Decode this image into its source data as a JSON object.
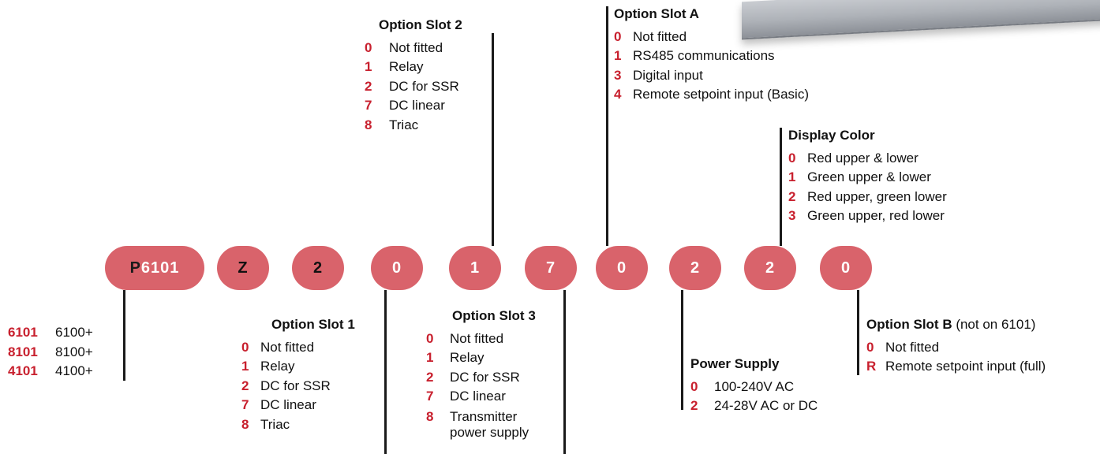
{
  "part_number": {
    "segments": [
      {
        "prefix": "P",
        "value": "6101"
      },
      {
        "value": "Z"
      },
      {
        "value": "2"
      },
      {
        "value": "0"
      },
      {
        "value": "1"
      },
      {
        "value": "7"
      },
      {
        "value": "0"
      },
      {
        "value": "2"
      },
      {
        "value": "2"
      },
      {
        "value": "0"
      }
    ]
  },
  "model": {
    "items": [
      {
        "code": "6101",
        "label": "6100+"
      },
      {
        "code": "8101",
        "label": "8100+"
      },
      {
        "code": "4101",
        "label": "4100+"
      }
    ]
  },
  "option_slot_1": {
    "title": "Option Slot 1",
    "items": [
      {
        "code": "0",
        "label": "Not fitted"
      },
      {
        "code": "1",
        "label": "Relay"
      },
      {
        "code": "2",
        "label": "DC for SSR"
      },
      {
        "code": "7",
        "label": "DC linear"
      },
      {
        "code": "8",
        "label": "Triac"
      }
    ]
  },
  "option_slot_2": {
    "title": "Option Slot 2",
    "items": [
      {
        "code": "0",
        "label": "Not fitted"
      },
      {
        "code": "1",
        "label": "Relay"
      },
      {
        "code": "2",
        "label": "DC for SSR"
      },
      {
        "code": "7",
        "label": "DC linear"
      },
      {
        "code": "8",
        "label": "Triac"
      }
    ]
  },
  "option_slot_3": {
    "title": "Option Slot 3",
    "items": [
      {
        "code": "0",
        "label": "Not fitted"
      },
      {
        "code": "1",
        "label": "Relay"
      },
      {
        "code": "2",
        "label": "DC for SSR"
      },
      {
        "code": "7",
        "label": "DC linear"
      },
      {
        "code": "8",
        "label": "Transmitter",
        "label2": "power supply"
      }
    ]
  },
  "option_slot_a": {
    "title": "Option Slot A",
    "items": [
      {
        "code": "0",
        "label": "Not fitted"
      },
      {
        "code": "1",
        "label": "RS485 communications"
      },
      {
        "code": "3",
        "label": "Digital input"
      },
      {
        "code": "4",
        "label": "Remote setpoint input (Basic)"
      }
    ]
  },
  "power_supply": {
    "title": "Power Supply",
    "items": [
      {
        "code": "0",
        "label": "100-240V AC"
      },
      {
        "code": "2",
        "label": "24-28V AC or DC"
      }
    ]
  },
  "display_color": {
    "title": "Display Color",
    "items": [
      {
        "code": "0",
        "label": "Red upper & lower"
      },
      {
        "code": "1",
        "label": "Green upper & lower"
      },
      {
        "code": "2",
        "label": "Red upper, green lower"
      },
      {
        "code": "3",
        "label": "Green upper, red lower"
      }
    ]
  },
  "option_slot_b": {
    "title": "Option Slot B",
    "title_note": " (not on 6101)",
    "items": [
      {
        "code": "0",
        "label": "Not fitted"
      },
      {
        "code": "R",
        "label": "Remote setpoint input (full)"
      }
    ]
  },
  "colors": {
    "pill": "#d9636b",
    "code_text": "#c8202e",
    "line": "#1a1a1a"
  }
}
